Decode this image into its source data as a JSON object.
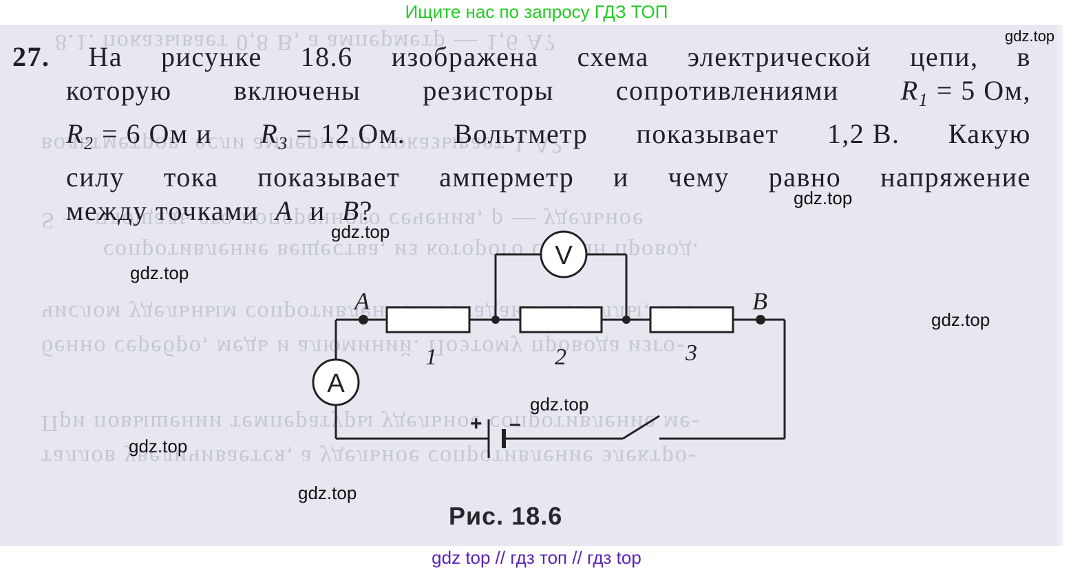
{
  "banner": "Ищите нас по запросу ГДЗ ТОП",
  "problem": {
    "number": "27.",
    "line1": [
      "На",
      "рисунке",
      "18.6",
      "изображена",
      "схема",
      "электрической",
      "цепи,",
      "в"
    ],
    "line2a": [
      "которую",
      "включены",
      "резисторы",
      "сопротивлениями"
    ],
    "r1_symbol": "R",
    "r1_sub": "1",
    "r1_value": "= 5 Ом,",
    "r2_symbol": "R",
    "r2_sub": "2",
    "r2_value": "= 6 Ом и",
    "r3_symbol": "R",
    "r3_sub": "3",
    "r3_value": "= 12 Ом.",
    "line3b": [
      "Вольтметр",
      "показывает",
      "1,2 В.",
      "Какую"
    ],
    "line4": [
      "силу",
      "тока",
      "показывает",
      "амперметр",
      "и",
      "чему",
      "равно",
      "напряжение"
    ],
    "line5a": "между точками",
    "point_a": "A",
    "conj": "и",
    "point_b": "B",
    "qmark": "?"
  },
  "circuit": {
    "voltmeter": "V",
    "ammeter": "A",
    "point_a_label": "A",
    "point_b_label": "B",
    "resistor_labels": [
      "1",
      "2",
      "3"
    ],
    "battery_plus": "+",
    "battery_minus": "–"
  },
  "caption": "Рис.  18.6",
  "watermarks": [
    "gdz.top",
    "gdz.top",
    "gdz.top",
    "gdz.top",
    "gdz.top",
    "gdz.top",
    "gdz.top",
    "gdz.top"
  ],
  "footer": "gdz top  //  гдз топ  //  гдз top"
}
